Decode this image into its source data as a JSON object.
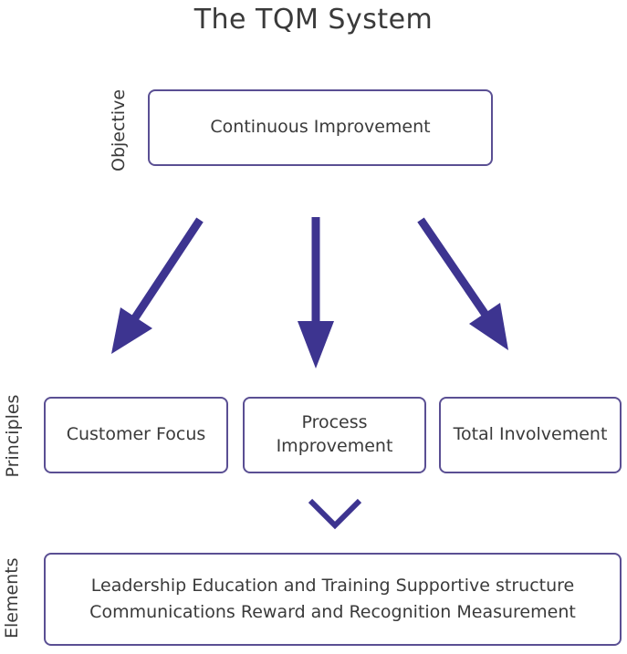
{
  "title": "The TQM System",
  "side_labels": {
    "objective": "Objective",
    "principles": "Principles",
    "elements": "Elements"
  },
  "objective_box": {
    "text": "Continuous Improvement"
  },
  "principles": [
    {
      "line1": "Customer Focus",
      "line2": ""
    },
    {
      "line1": "Process",
      "line2": "Improvement"
    },
    {
      "line1": "Total Involvement",
      "line2": ""
    }
  ],
  "elements_box": {
    "line1": "Leadership Education and Training Supportive structure",
    "line2": "Communications Reward and Recognition Measurement"
  },
  "colors": {
    "arrow": "#3d3490",
    "border": "#5a4f93",
    "text": "#3a3a3a"
  }
}
